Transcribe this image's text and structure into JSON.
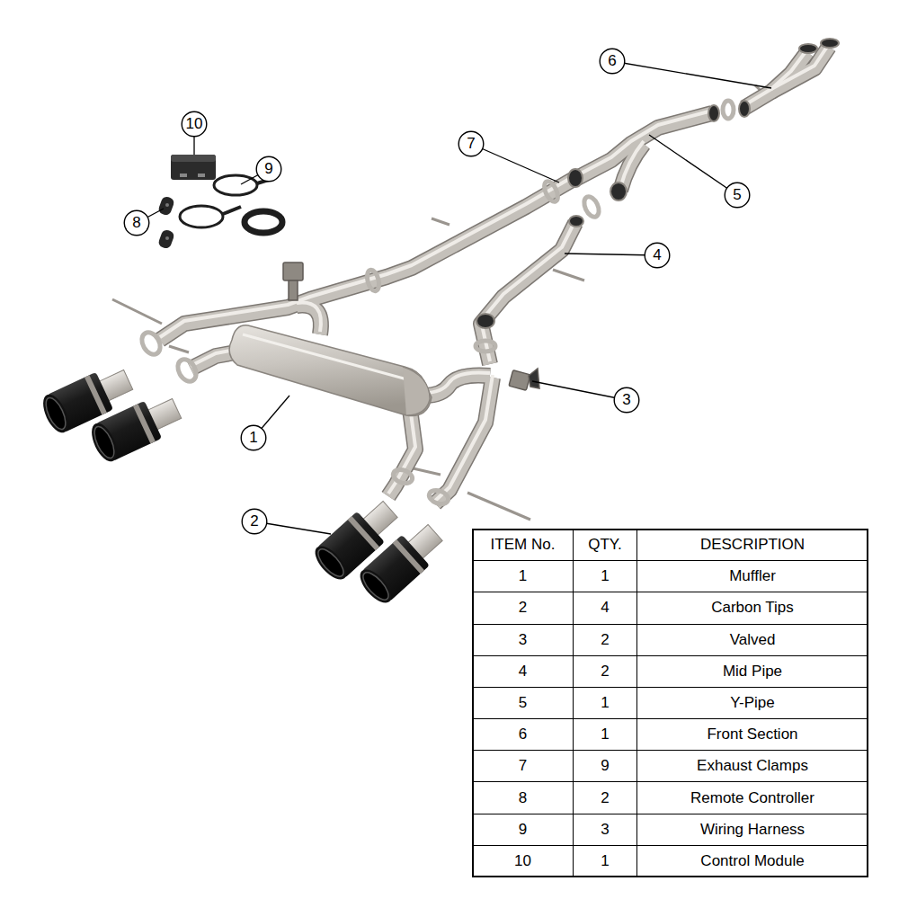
{
  "diagram": {
    "nodes": [
      {
        "text": [
          "6"
        ]
      },
      {
        "text": [
          "10"
        ]
      },
      {
        "text": [
          "7"
        ]
      },
      {
        "text": [
          "9"
        ]
      },
      {
        "text": [
          "5"
        ]
      },
      {
        "text": [
          "8"
        ]
      },
      {
        "text": [
          "4"
        ]
      },
      {
        "text": [
          "3"
        ]
      },
      {
        "text": [
          "1"
        ]
      },
      {
        "text": [
          "2"
        ]
      }
    ],
    "labels": [
      "ITEM No.",
      "QTY.",
      "DESCRIPTION",
      "1",
      "1",
      "Muffler",
      "2",
      "4",
      "Carbon Tips",
      "3",
      "2",
      "Valved",
      "4",
      "2",
      "Mid Pipe",
      "5",
      "1",
      "Y-Pipe",
      "6",
      "1",
      "Front Section",
      "7",
      "9",
      "Exhaust Clamps",
      "8",
      "2",
      "Remote Controller",
      "9",
      "3",
      "Wiring Harness",
      "10",
      "1",
      "Control Module"
    ]
  }
}
